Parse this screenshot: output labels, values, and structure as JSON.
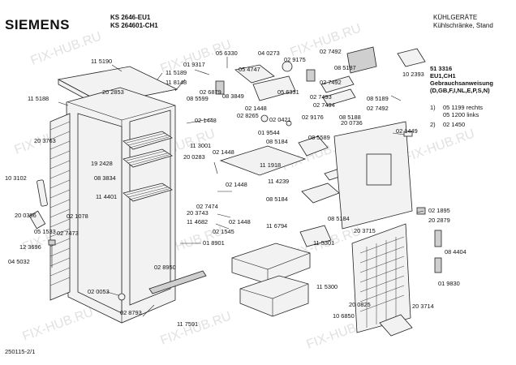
{
  "header": {
    "brand": "SIEMENS",
    "model_line1": "KS 2646-EU1",
    "model_line2": "KS 264601-CH1",
    "category": "KÜHLGERÄTE",
    "subcategory": "Kühlschränke, Stand"
  },
  "doc_info": {
    "part_no": "51 3316",
    "variant": "EU1,CH1",
    "manual_title": "Gebrauchsanweisung",
    "languages": "(D,GB,F,I,NL,E,P,S,N)",
    "items": [
      {
        "num": "1)",
        "code": "05 1199 rechts"
      },
      {
        "num": "",
        "code": "05 1200 links"
      },
      {
        "num": "2)",
        "code": "02 1450"
      }
    ]
  },
  "footer_ref": "250115-2/1",
  "watermark": "FIX-HUB.RU",
  "part_labels": [
    "11 5190",
    "11 5189",
    "11 8148",
    "20 2853",
    "11 5188",
    "20 3763",
    "19 2428",
    "08 3834",
    "11 4401",
    "10 3102",
    "20 0396",
    "05 1533",
    "12 3696",
    "04 5032",
    "02 1078",
    "02 7473",
    "02 0053",
    "02 8793",
    "11 7591",
    "02 8950",
    "01 8901",
    "20 3743",
    "11 4682",
    "02 7474",
    "02 1448",
    "02 1448",
    "02 1448",
    "02 1448",
    "02 1545",
    "20 0283",
    "11 3001",
    "08 5599",
    "02 1448",
    "08 3849",
    "02 6879",
    "01 9317",
    "05 6330",
    "05 4747",
    "02 8265",
    "04 0273",
    "02 9175",
    "05 6331",
    "02 0421",
    "02 9176",
    "01 9544",
    "08 5184",
    "11 1918",
    "11 4239",
    "08 5184",
    "08 5589",
    "02 7492",
    "02 7492",
    "08 5187",
    "10 2393",
    "02 7493",
    "02 7494",
    "08 5189",
    "08 5188",
    "02 7492",
    "20 0736",
    "02 1449",
    "11 6794",
    "11 5301",
    "11 5300",
    "08 5184",
    "20 3715",
    "02 1895",
    "20 2879",
    "08 4404",
    "01 9830",
    "20 0825",
    "10 6850",
    "20 3714"
  ]
}
